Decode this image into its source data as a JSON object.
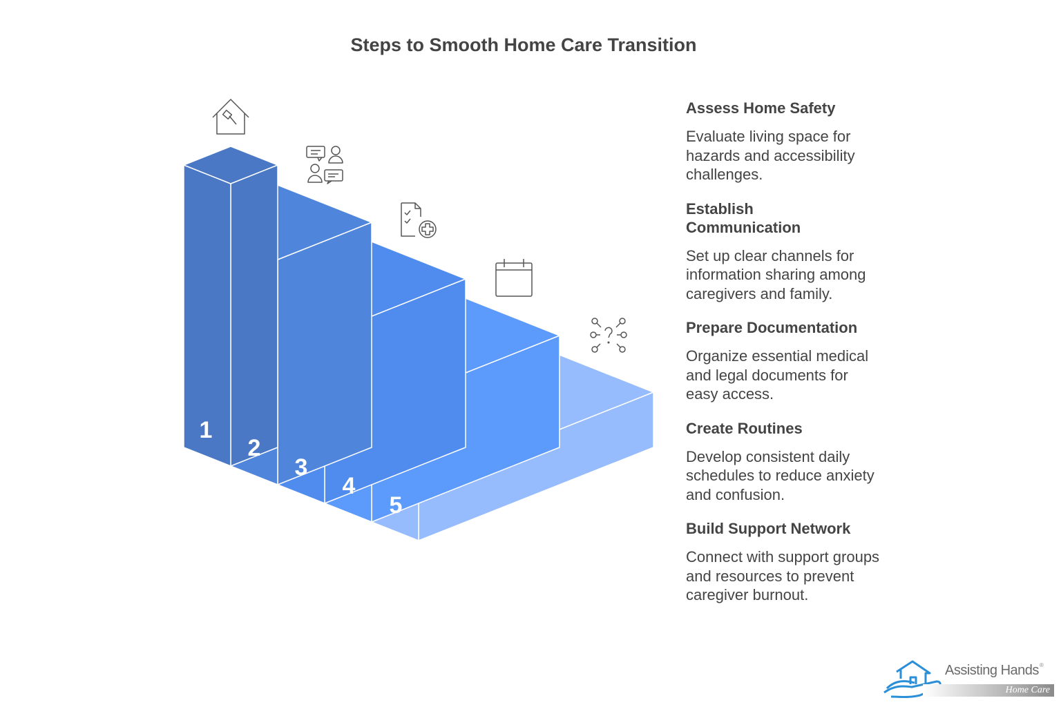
{
  "title": "Steps to Smooth Home Care Transition",
  "steps": [
    {
      "number": "1",
      "heading": "Assess Home Safety",
      "description": "Evaluate living space for hazards and accessibility challenges.",
      "icon": "house-hammer-icon",
      "color": "#4a78c4"
    },
    {
      "number": "2",
      "heading": "Establish Communication",
      "description": "Set up clear channels for information sharing among caregivers and family.",
      "icon": "people-chat-icon",
      "color": "#4f86dc"
    },
    {
      "number": "3",
      "heading": "Prepare Documentation",
      "description": "Organize essential medical and legal documents for easy access.",
      "icon": "document-medical-icon",
      "color": "#508ced"
    },
    {
      "number": "4",
      "heading": "Create Routines",
      "description": "Develop consistent daily schedules to reduce anxiety and confusion.",
      "icon": "calendar-icon",
      "color": "#5c9bfb"
    },
    {
      "number": "5",
      "heading": "Build Support Network",
      "description": "Connect with support groups and resources to prevent caregiver burnout.",
      "icon": "network-question-icon",
      "color": "#97bcfd"
    }
  ],
  "logo": {
    "name": "Assisting Hands",
    "tagline": "Home Care",
    "mark": "®"
  }
}
